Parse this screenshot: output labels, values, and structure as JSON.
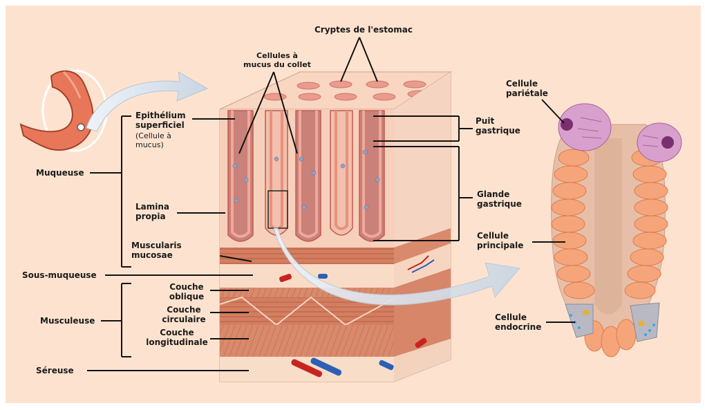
{
  "labels": {
    "cryptes": "Cryptes de l'estomac",
    "cellules_mucus_collet": "Cellules à\nmucus du collet",
    "epithelium": "Epithélium\nsuperficiel",
    "epithelium_note": "(Cellule à\nmucus)",
    "muqueuse": "Muqueuse",
    "lamina": "Lamina\npropia",
    "muscularis": "Muscularis\nmucosae",
    "sous_muqueuse": "Sous-muqueuse",
    "couche_oblique": "Couche\noblique",
    "couche_circulaire": "Couche\ncirculaire",
    "couche_longitudinale": "Couche\nlongitudinale",
    "musculeuse": "Musculeuse",
    "sereuse": "Séreuse",
    "puit_gastrique": "Puit\ngastrique",
    "glande_gastrique": "Glande\ngastrique",
    "cellule_parietale": "Cellule\npariétale",
    "cellule_principale": "Cellule\nprincipale",
    "cellule_endocrine": "Cellule\nendocrine"
  },
  "colors": {
    "background": "#fde3cf",
    "stomach": "#e8775a",
    "pit_wall": "#e59a8a",
    "lamina": "#f2c4b0",
    "muscle": "#d9876a",
    "sous_muqueuse": "#f9dcc7",
    "vein": "#2d5fb7",
    "artery": "#c8231f",
    "parietal_cell": "#d8a0cc",
    "parietal_nucleus": "#7b2f6f",
    "chief_cell": "#f6a57a",
    "endocrine_cell": "#b9b9c4",
    "arrow": "#d7e2ee"
  }
}
